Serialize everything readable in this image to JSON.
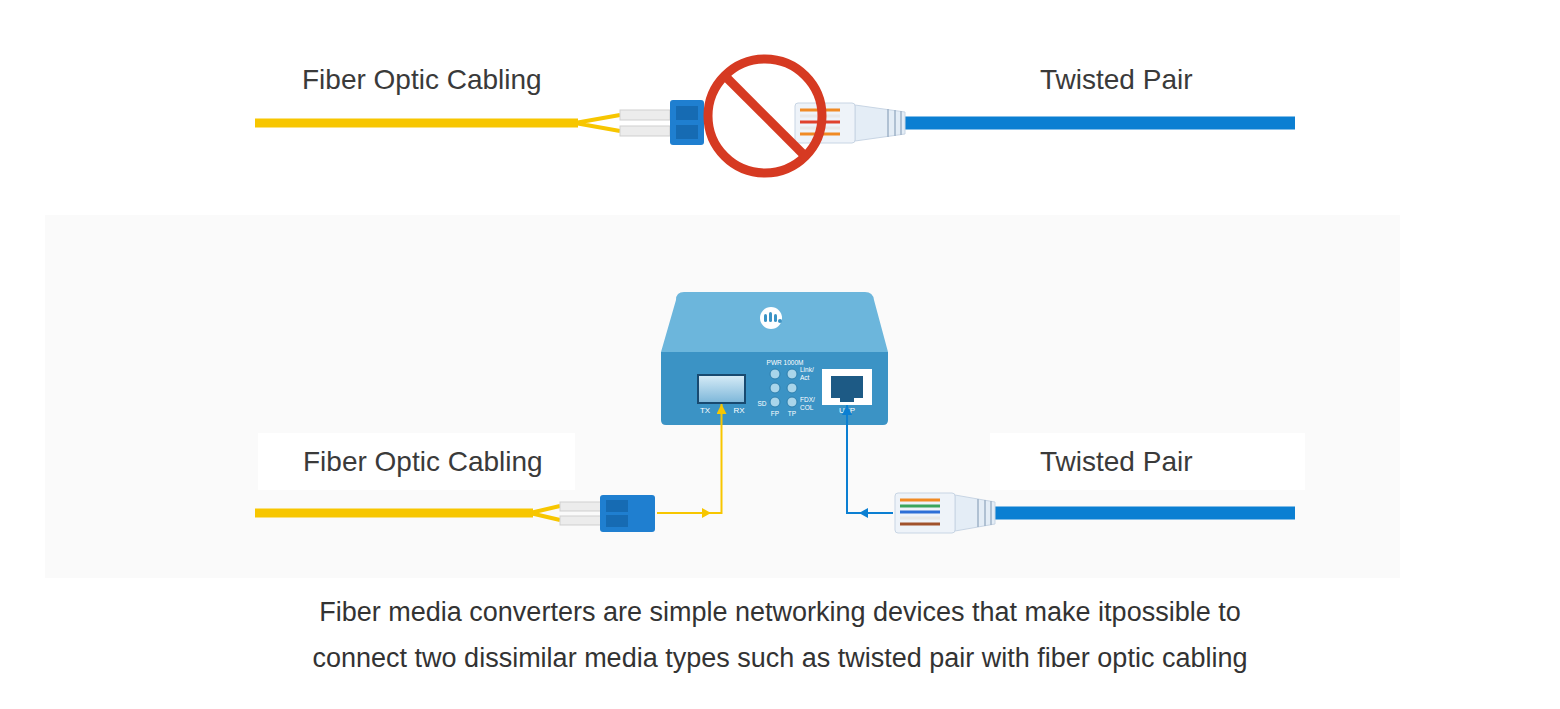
{
  "diagram": {
    "caption": "Fiber media converters are simple networking devices that make itpossible to connect two dissimilar media types such as twisted pair with fiber optic cabling",
    "nodes": [
      {
        "text": [
          "PWR 1000M",
          "Link/ Act",
          "SD",
          "FDX/ COL",
          "FP",
          "TP"
        ]
      },
      {
        "text": [
          "TX",
          "RX"
        ],
        "in": 0
      },
      {
        "text": [
          "UTP"
        ],
        "in": 0
      },
      {
        "text": [
          "Fiber Optic Cabling"
        ]
      },
      {
        "text": [
          "Twisted Pair"
        ]
      }
    ],
    "edges": [
      {
        "from": 3,
        "to": 1,
        "arrow": "to"
      },
      {
        "from": 4,
        "to": 2,
        "arrow": "to"
      }
    ],
    "labels": [
      "Fiber Optic Cabling",
      "Twisted Pair"
    ]
  }
}
